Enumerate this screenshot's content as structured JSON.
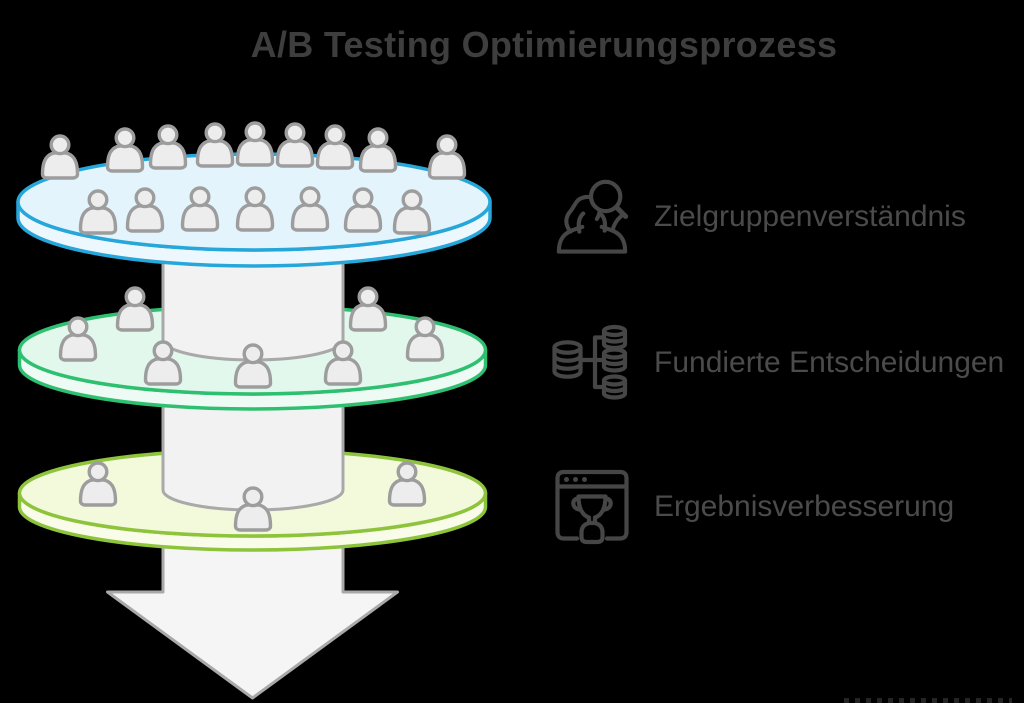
{
  "title": "A/B Testing Optimierungsprozess",
  "colors": {
    "background": "#000000",
    "title_text": "#3e3e3e",
    "item_text": "#4b4b4b",
    "item_icon": "#464646"
  },
  "funnel": {
    "levels": [
      {
        "name": "top",
        "people_count": 16,
        "surface": "#e3f4fc",
        "wall": "#edf8fe",
        "border": "#27a6da"
      },
      {
        "name": "middle",
        "people_count": 7,
        "surface": "#e2f8ec",
        "wall": "#eefbf4",
        "border": "#2fbf71"
      },
      {
        "name": "bottom",
        "people_count": 3,
        "surface": "#f3fadb",
        "wall": "#f8fce8",
        "border": "#8ec33c"
      }
    ],
    "connector_fill": "#f2f2f2",
    "connector_stroke": "#a9a9a9",
    "arrow_fill": "#f5f5f5",
    "arrow_stroke": "#a9a9a9",
    "person_fill": "#ededed",
    "person_stroke": "#9d9d9d"
  },
  "items": [
    {
      "icon": "audience-search-icon",
      "label": "Zielgruppenverständnis"
    },
    {
      "icon": "database-branch-icon",
      "label": "Fundierte Entscheidungen"
    },
    {
      "icon": "browser-trophy-icon",
      "label": "Ergebnisverbesserung"
    }
  ]
}
